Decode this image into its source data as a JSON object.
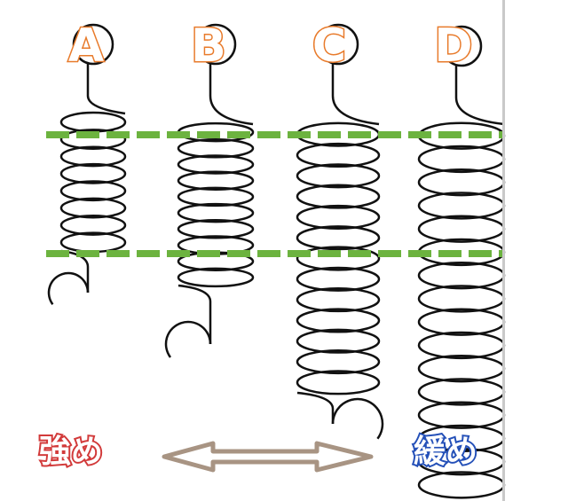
{
  "colors": {
    "label_orange": "#e87a2a",
    "guide_green": "#6cb33f",
    "strong_red": "#d23a3a",
    "weak_blue": "#2450b8",
    "arrow_taupe": "#a89483",
    "spring_black": "#111111"
  },
  "springs": [
    {
      "label": "A",
      "coils": 8
    },
    {
      "label": "B",
      "coils": 10
    },
    {
      "label": "C",
      "coils": 13
    },
    {
      "label": "D",
      "coils": 16
    }
  ],
  "labels": {
    "strong": "強め",
    "weak": "緩め"
  }
}
